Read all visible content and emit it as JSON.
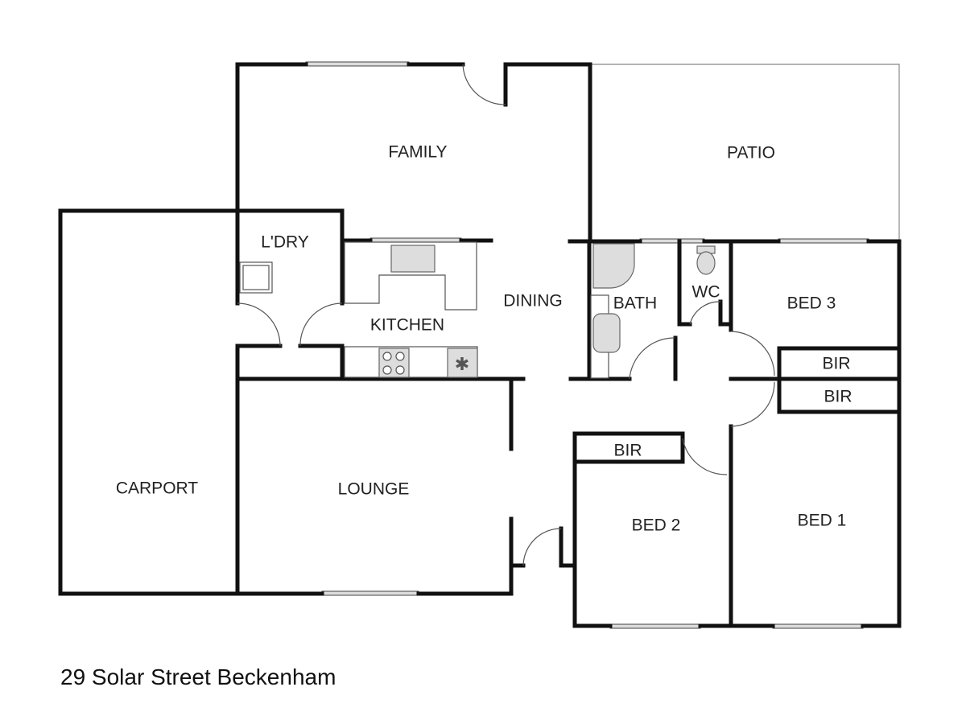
{
  "plan": {
    "address": "29 Solar Street Beckenham",
    "rooms": {
      "family": "FAMILY",
      "patio": "PATIO",
      "laundry": "L'DRY",
      "kitchen": "KITCHEN",
      "dining": "DINING",
      "bath": "BATH",
      "wc": "WC",
      "bed3": "BED 3",
      "bir_bed3": "BIR",
      "bir_bed1": "BIR",
      "bir_bed2": "BIR",
      "carport": "CARPORT",
      "lounge": "LOUNGE",
      "bed2": "BED 2",
      "bed1": "BED 1"
    }
  }
}
